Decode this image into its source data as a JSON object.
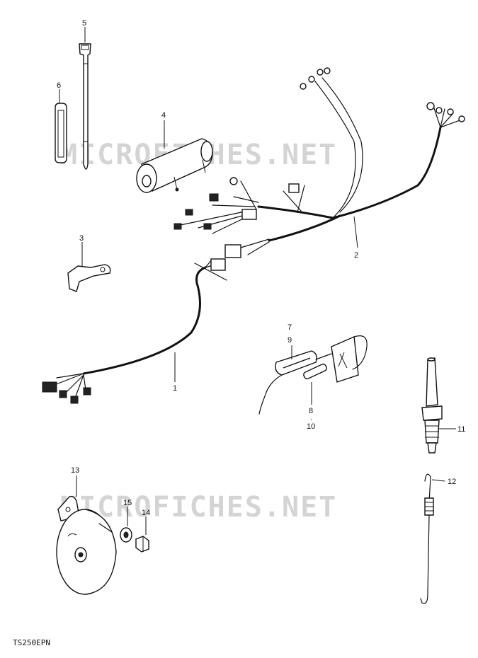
{
  "watermarks": [
    "MICROFICHES.NET",
    "MICROFICHES.NET"
  ],
  "model_code": "TS250EPN",
  "callouts": {
    "c1": "1",
    "c2": "2",
    "c3": "3",
    "c4": "4",
    "c5": "5",
    "c6": "6",
    "c7": "7",
    "c9": "9",
    "c8": "8",
    "c10": "10",
    "c11": "11",
    "c12": "12",
    "c13": "13",
    "c14": "14",
    "c15": "15",
    "c8_sep": "."
  }
}
